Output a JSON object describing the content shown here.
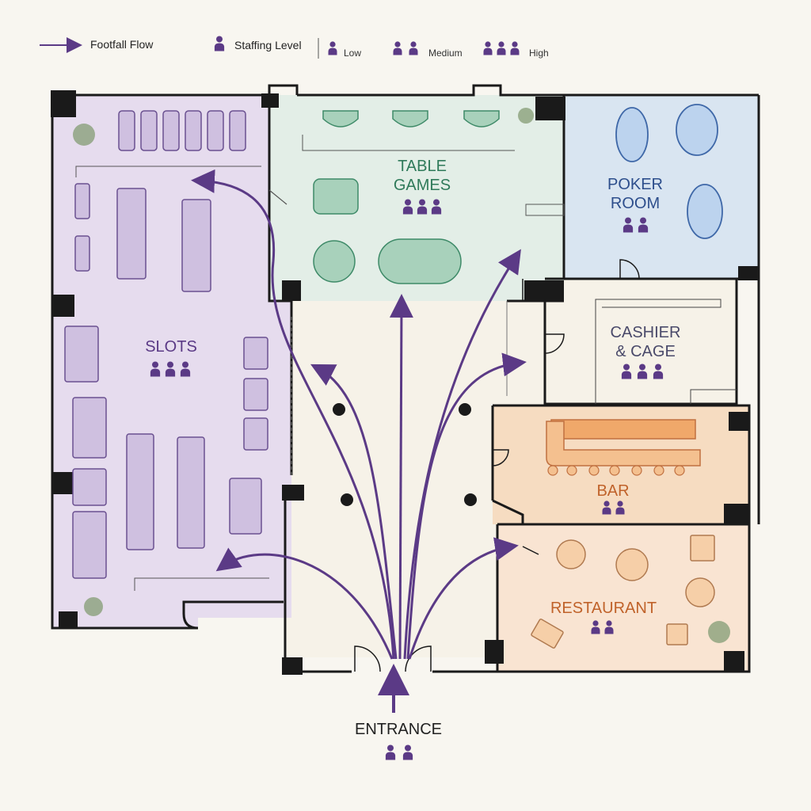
{
  "legend": {
    "flow_label": "Footfall Flow",
    "staffing_label": "Staffing Level",
    "low": "Low",
    "medium": "Medium",
    "high": "High"
  },
  "zones": {
    "slots": {
      "name": "SLOTS",
      "staffing": "High"
    },
    "table_games": {
      "name_line1": "TABLE",
      "name_line2": "GAMES",
      "staffing": "High"
    },
    "poker_room": {
      "name_line1": "POKER",
      "name_line2": "ROOM",
      "staffing": "Medium"
    },
    "cashier": {
      "name_line1": "CASHIER",
      "name_line2": "& CAGE",
      "staffing": "High"
    },
    "bar": {
      "name": "BAR",
      "staffing": "Medium"
    },
    "restaurant": {
      "name": "RESTAURANT",
      "staffing": "Medium"
    },
    "entrance": {
      "name": "ENTRANCE",
      "staffing": "Medium"
    }
  },
  "colors": {
    "flow": "#5b3a86",
    "walls": "#1a1a1a",
    "slots_fill": "#e6dcee",
    "table_fill": "#e3eee7",
    "poker_fill": "#d9e5f1",
    "bar_fill": "#f6dcc1",
    "restaurant_fill": "#f9e4d2",
    "lobby_fill": "#f6f2e8",
    "slots_text": "#5b3a86",
    "table_text": "#2f7a5a",
    "poker_text": "#2d4e8c",
    "cashier_text": "#4a4a6a",
    "bar_text": "#c0622a",
    "restaurant_text": "#c0622a"
  }
}
